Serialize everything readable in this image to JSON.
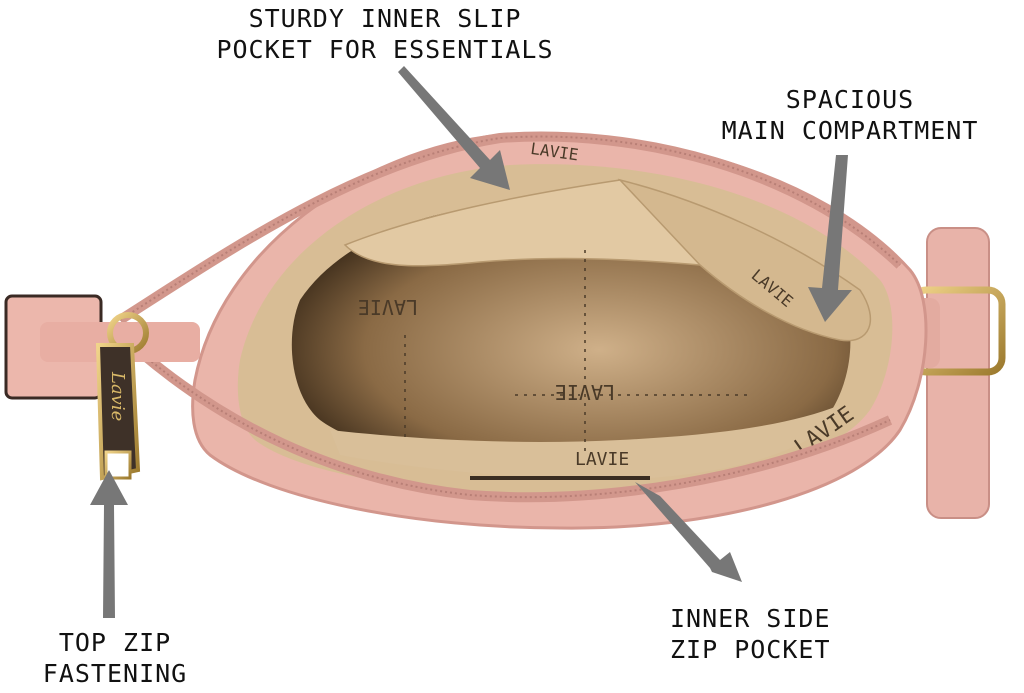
{
  "callouts": {
    "slip_pocket": [
      "STURDY INNER SLIP",
      "POCKET FOR ESSENTIALS"
    ],
    "main_compartment": [
      "SPACIOUS",
      "MAIN COMPARTMENT"
    ],
    "side_zip": [
      "INNER SIDE",
      "ZIP POCKET"
    ],
    "top_zip": [
      "TOP ZIP",
      "FASTENING"
    ]
  },
  "lining_brand": "LAVIE",
  "puller_brand": "Lavie",
  "colors": {
    "bag_pink": "#e9b4a9",
    "zip_pink": "#d99b90",
    "lining": "#dcc29c",
    "lining_dark": "#6b5232",
    "gold": "#c9a24a",
    "arrow": "#777777"
  }
}
